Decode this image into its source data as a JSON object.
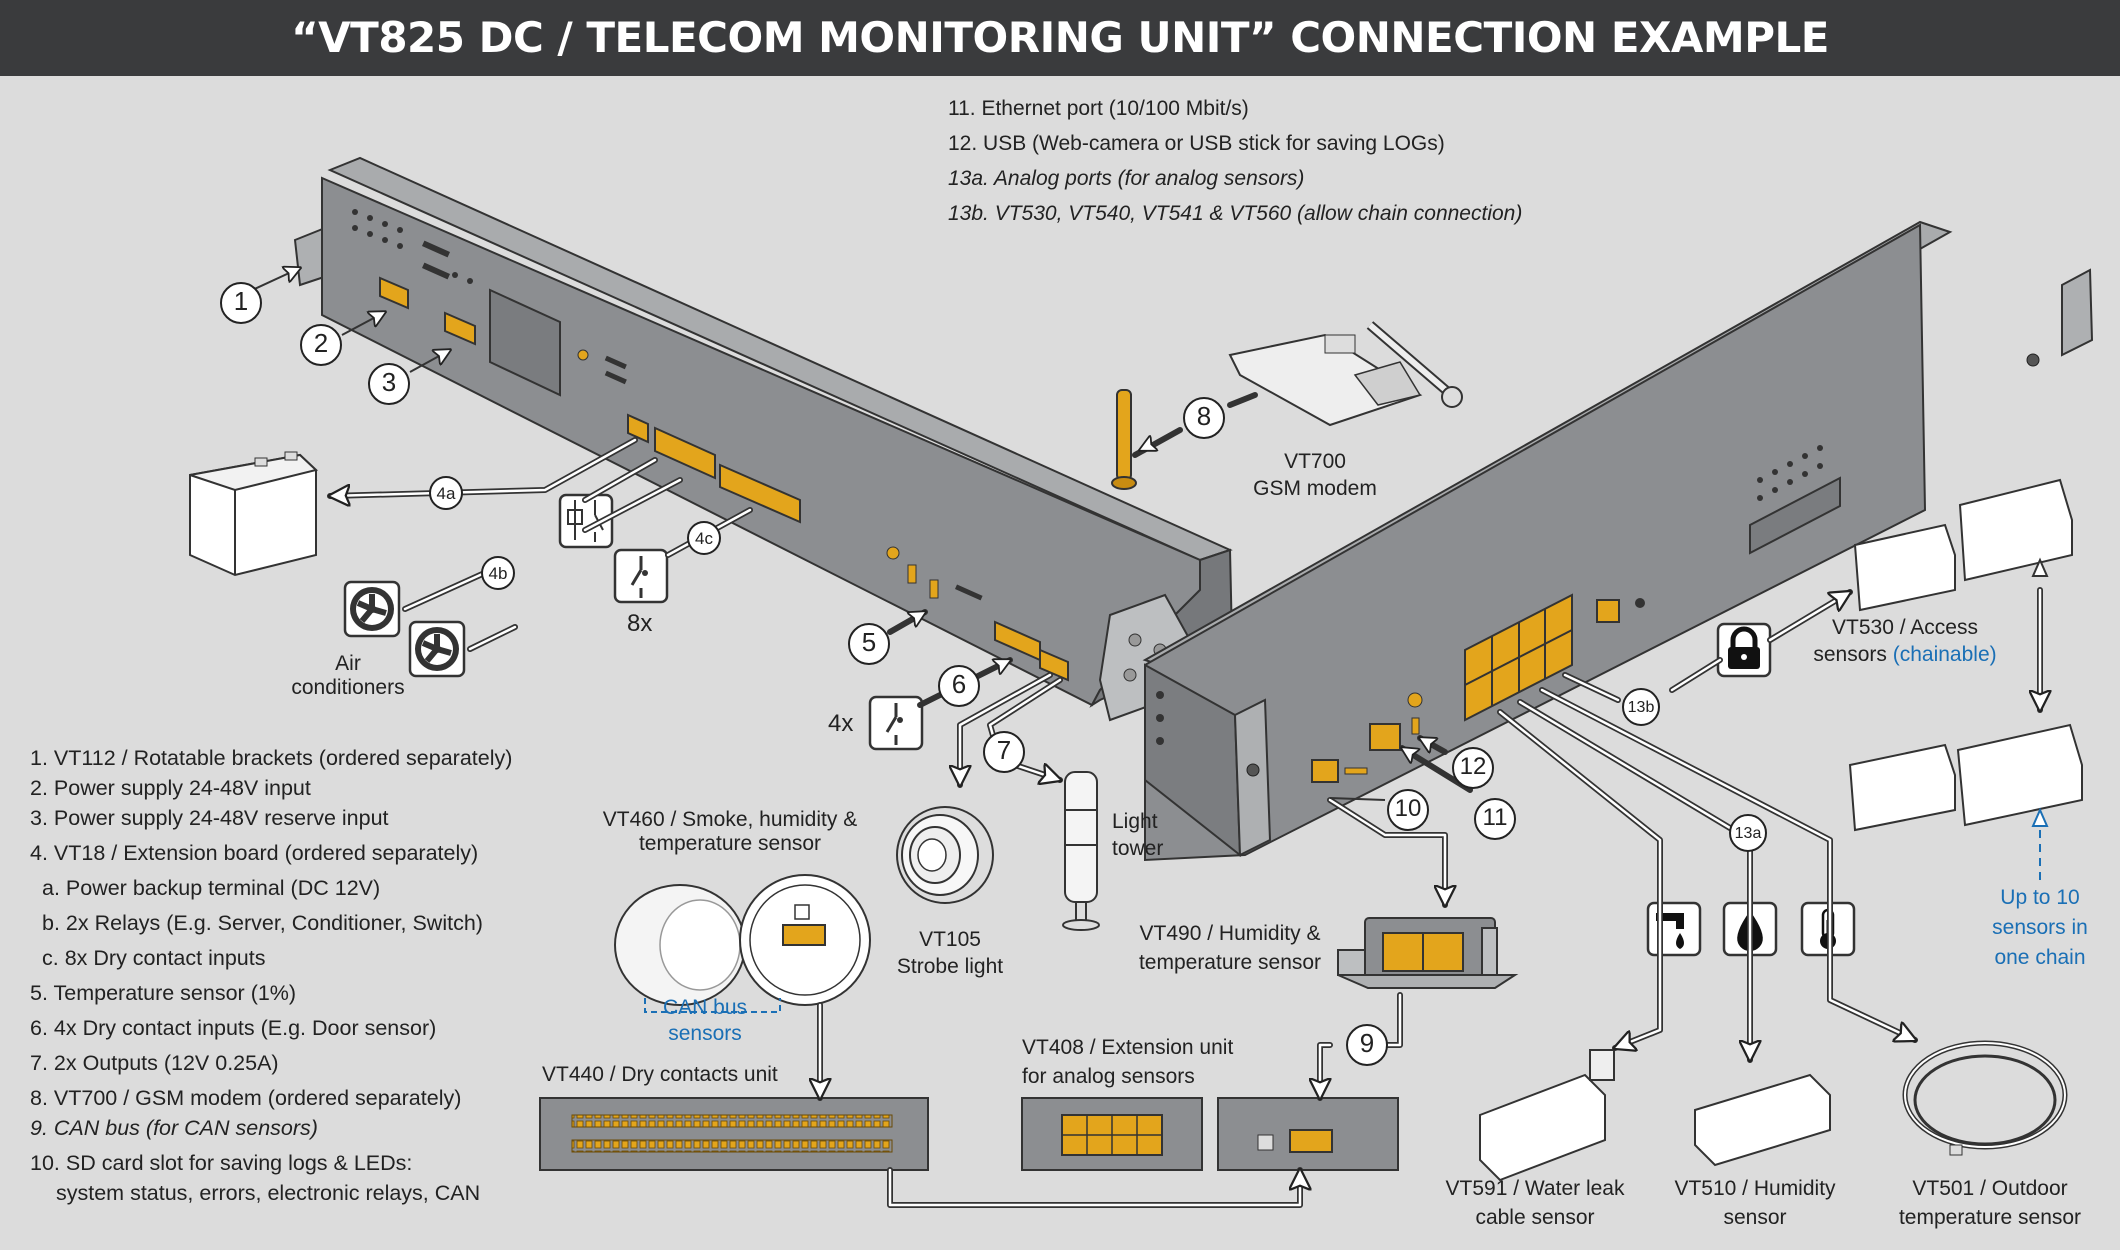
{
  "title": "“VT825 DC / TELECOM MONITORING UNIT” CONNECTION EXAMPLE",
  "top_legend": [
    "11.  Ethernet port (10/100 Mbit/s)",
    "12.  USB (Web-camera or USB stick for saving LOGs)",
    "13a.  Analog ports (for analog sensors)",
    "13b.  VT530, VT540, VT541 & VT560 (allow chain connection)"
  ],
  "bottom_legend": [
    "1.  VT112 / Rotatable brackets (ordered separately)",
    "2.  Power supply 24-48V input",
    "3.  Power supply 24-48V reserve input",
    "4.  VT18 / Extension board (ordered separately)",
    "a.  Power backup terminal (DC 12V)",
    "b.  2x Relays (E.g. Server, Conditioner, Switch)",
    "c.  8x Dry contact inputs",
    "5.  Temperature sensor (1%)",
    "6.  4x Dry contact inputs (E.g. Door sensor)",
    "7.  2x Outputs (12V 0.25A)",
    "8.  VT700 / GSM modem (ordered separately)",
    "9.  CAN bus (for CAN sensors)",
    "10. SD card slot for saving logs & LEDs:",
    "system status, errors, electronic relays, CAN"
  ],
  "callouts": {
    "c1": "1",
    "c2": "2",
    "c3": "3",
    "c4a": "4a",
    "c4b": "4b",
    "c4c": "4c",
    "c5": "5",
    "c6": "6",
    "c7": "7",
    "c8": "8",
    "c9": "9",
    "c10": "10",
    "c11": "11",
    "c12": "12",
    "c13a": "13a",
    "c13b": "13b"
  },
  "labels": {
    "air_conditioners_1": "Air",
    "air_conditioners_2": "conditioners",
    "dry_8x": "8x",
    "dry_4x": "4x",
    "vt700_1": "VT700",
    "vt700_2": "GSM  modem",
    "light_tower_1": "Light",
    "light_tower_2": "tower",
    "vt105_1": "VT105",
    "vt105_2": "Strobe light",
    "vt460_1": "VT460 / Smoke, humidity &",
    "vt460_2": "temperature sensor",
    "can_bus_1": "CAN bus",
    "can_bus_2": "sensors",
    "vt440": "VT440 / Dry contacts unit",
    "vt408_1": "VT408 / Extension unit",
    "vt408_2": "for analog sensors",
    "vt490_1": "VT490 / Humidity &",
    "vt490_2": "temperature sensor",
    "vt530_1": "VT530 / Access",
    "vt530_2": "sensors",
    "vt530_chain": "(chainable)",
    "upto_1": "Up to 10",
    "upto_2": "sensors in",
    "upto_3": "one chain",
    "vt591_1": "VT591 / Water leak",
    "vt591_2": "cable sensor",
    "vt510_1": "VT510 / Humidity",
    "vt510_2": "sensor",
    "vt501_1": "VT501 / Outdoor",
    "vt501_2": "temperature sensor"
  },
  "colors": {
    "background": "#dcdcdc",
    "title_bar": "#3a3b3d",
    "device_body": "#8c8e91",
    "connector": "#e3a51c",
    "accent_blue": "#1a6fb5"
  },
  "icons": [
    "battery-icon",
    "relay-switch-icon",
    "fan-icon",
    "dry-contact-switch-icon",
    "lock-icon",
    "water-tap-icon",
    "water-drop-icon",
    "thermometer-icon",
    "antenna-icon"
  ]
}
